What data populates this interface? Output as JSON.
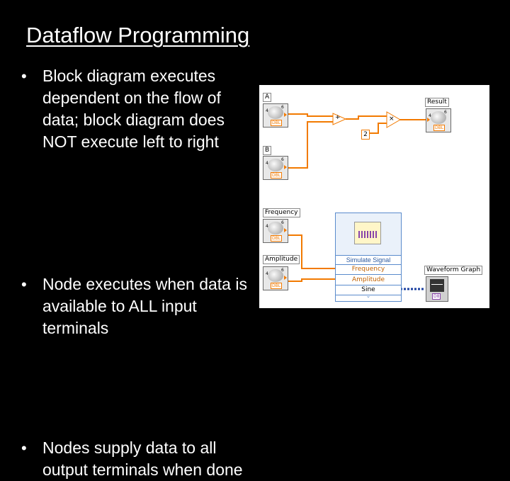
{
  "slide": {
    "title": "Dataflow Programming",
    "bullets": [
      "Block diagram executes dependent on the flow of data; block diagram does NOT execute left to right",
      "Node executes when data is available to ALL input terminals",
      "Nodes supply data to all output terminals when done"
    ]
  },
  "diagram": {
    "labels": {
      "a": "A",
      "b": "B",
      "frequency": "Frequency",
      "amplitude": "Amplitude",
      "result": "Result",
      "waveform_graph": "Waveform Graph"
    },
    "knob_scale_low": "4",
    "knob_scale_high": "6",
    "type_tag": "DBL",
    "add_symbol": "+",
    "multiply_symbol": "×",
    "constant": "2",
    "express_vi": {
      "name": "Simulate Signal",
      "inputs": [
        "Frequency",
        "Amplitude"
      ],
      "output": "Sine",
      "expand": "⌄"
    },
    "graph_tag": "D8"
  }
}
